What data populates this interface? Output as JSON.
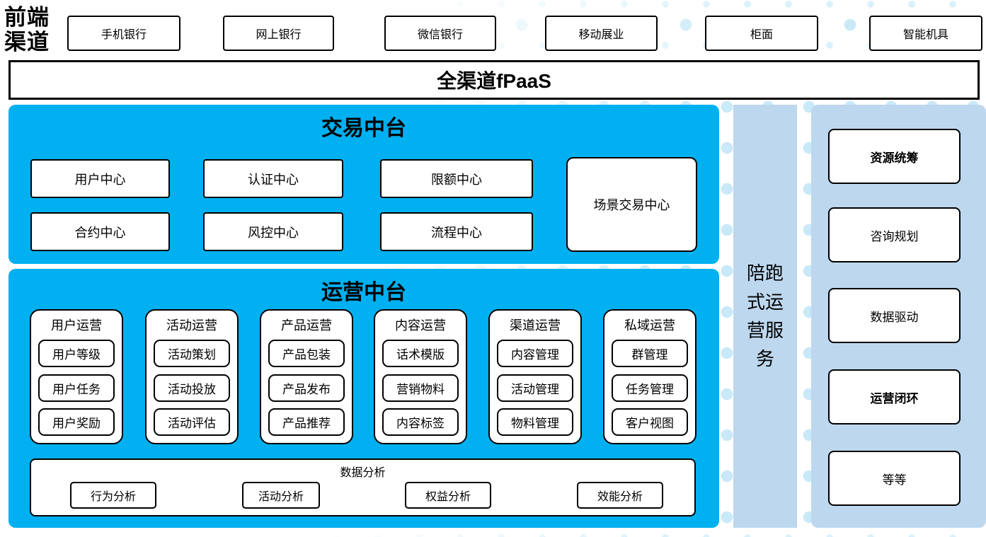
{
  "frontend": {
    "label": "前端渠道",
    "channels": [
      "手机银行",
      "网上银行",
      "微信银行",
      "移动展业",
      "柜面",
      "智能机具"
    ]
  },
  "fpaas": {
    "label": "全渠道fPaaS"
  },
  "transaction": {
    "title": "交易中台",
    "centers_row1": [
      "用户中心",
      "认证中心",
      "限额中心"
    ],
    "centers_row2": [
      "合约中心",
      "风控中心",
      "流程中心"
    ],
    "scenario_center": "场景交易中心"
  },
  "operations": {
    "title": "运营中台",
    "groups": [
      {
        "title": "用户运营",
        "items": [
          "用户等级",
          "用户任务",
          "用户奖励"
        ]
      },
      {
        "title": "活动运营",
        "items": [
          "活动策划",
          "活动投放",
          "活动评估"
        ]
      },
      {
        "title": "产品运营",
        "items": [
          "产品包装",
          "产品发布",
          "产品推荐"
        ]
      },
      {
        "title": "内容运营",
        "items": [
          "话术模版",
          "营销物料",
          "内容标签"
        ]
      },
      {
        "title": "渠道运营",
        "items": [
          "内容管理",
          "活动管理",
          "物料管理"
        ]
      },
      {
        "title": "私域运营",
        "items": [
          "群管理",
          "任务管理",
          "客户视图"
        ]
      }
    ],
    "analytics": {
      "title": "数据分析",
      "items": [
        "行为分析",
        "活动分析",
        "权益分析",
        "效能分析"
      ]
    }
  },
  "side_service": {
    "label": "陪跑式运营服务"
  },
  "right_panel": {
    "items": [
      {
        "label": "资源统筹",
        "bold": true
      },
      {
        "label": "咨询规划",
        "bold": false
      },
      {
        "label": "数据驱动",
        "bold": false
      },
      {
        "label": "运营闭环",
        "bold": true
      },
      {
        "label": "等等",
        "bold": false
      }
    ]
  },
  "colors": {
    "accent_blue": "#00B0F0",
    "light_blue": "#BDD7EE",
    "dot_color": "#C9E9F8",
    "box_border": "#000000"
  }
}
